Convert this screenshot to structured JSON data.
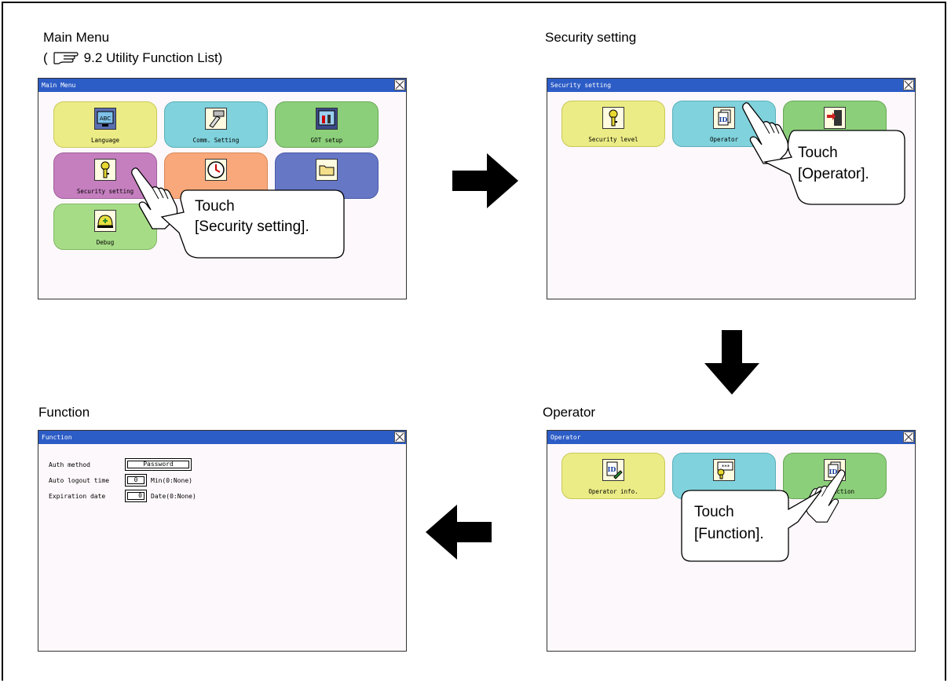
{
  "captions": {
    "main_menu": "Main Menu",
    "ref_open": "(",
    "ref_text": "9.2 Utility Function List)",
    "security_setting": "Security setting",
    "function": "Function",
    "operator": "Operator"
  },
  "screens": {
    "main_menu": {
      "title": "Main Menu",
      "tiles": [
        {
          "label": "Language",
          "icon": "abc-monitor-icon"
        },
        {
          "label": "Comm. Setting",
          "icon": "connector-icon"
        },
        {
          "label": "GOT setup",
          "icon": "got-monitor-icon"
        },
        {
          "label": "Security setting",
          "icon": "key-icon"
        },
        {
          "label": "",
          "icon": "clock-icon"
        },
        {
          "label": "",
          "icon": "folder-icon"
        },
        {
          "label": "Debug",
          "icon": "debug-helmet-icon"
        }
      ],
      "callout": [
        "Touch",
        "[Security setting]."
      ]
    },
    "security_setting": {
      "title": "Security setting",
      "tiles": [
        {
          "label": "Security level",
          "icon": "key-icon"
        },
        {
          "label": "Operator",
          "icon": "id-card-icon"
        },
        {
          "label": "",
          "icon": "exit-door-icon"
        }
      ],
      "callout": [
        "Touch",
        "[Operator]."
      ]
    },
    "operator": {
      "title": "Operator",
      "tiles": [
        {
          "label": "Operator info.",
          "icon": "id-edit-icon"
        },
        {
          "label": "",
          "icon": "id-password-icon"
        },
        {
          "label": "Function",
          "icon": "id-function-icon"
        }
      ],
      "callout": [
        "Touch",
        "[Function]."
      ]
    },
    "function": {
      "title": "Function",
      "rows": [
        {
          "label": "Auth method",
          "value": "Password",
          "unit": ""
        },
        {
          "label": "Auto logout time",
          "value": "0",
          "unit": "Min(0:None)"
        },
        {
          "label": "Expiration date",
          "value": "0",
          "unit": "Date(0:None)"
        }
      ]
    }
  },
  "colors": {
    "titlebar": "#2c5cc6",
    "screen_bg": "#fdf8fb",
    "yellow": "#ecec86",
    "cyan": "#80d2dc",
    "green": "#8ccf7a",
    "purple": "#c57fbf",
    "orange": "#f8a87a",
    "blue": "#6677c6"
  }
}
